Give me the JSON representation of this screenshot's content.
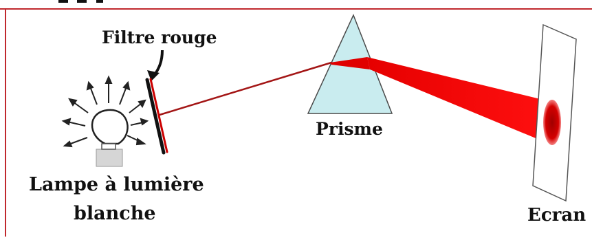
{
  "labels": {
    "filter": "Filtre rouge",
    "lamp_line1": "Lampe à lumière",
    "lamp_line2": "blanche",
    "prism": "Prisme",
    "screen": "Ecran"
  },
  "colors": {
    "frame_border": "#c0282d",
    "beam_red": "#e00000",
    "thin_beam": "#a31515",
    "prism_fill": "#c9ecef",
    "prism_stroke": "#4a4a4a",
    "screen_spot": "#b30000",
    "lamp_base": "#d6d6d6",
    "filter_black": "#111111",
    "filter_red": "#cc0000"
  },
  "icons": [
    "light-bulb-icon",
    "arrow-icon"
  ]
}
